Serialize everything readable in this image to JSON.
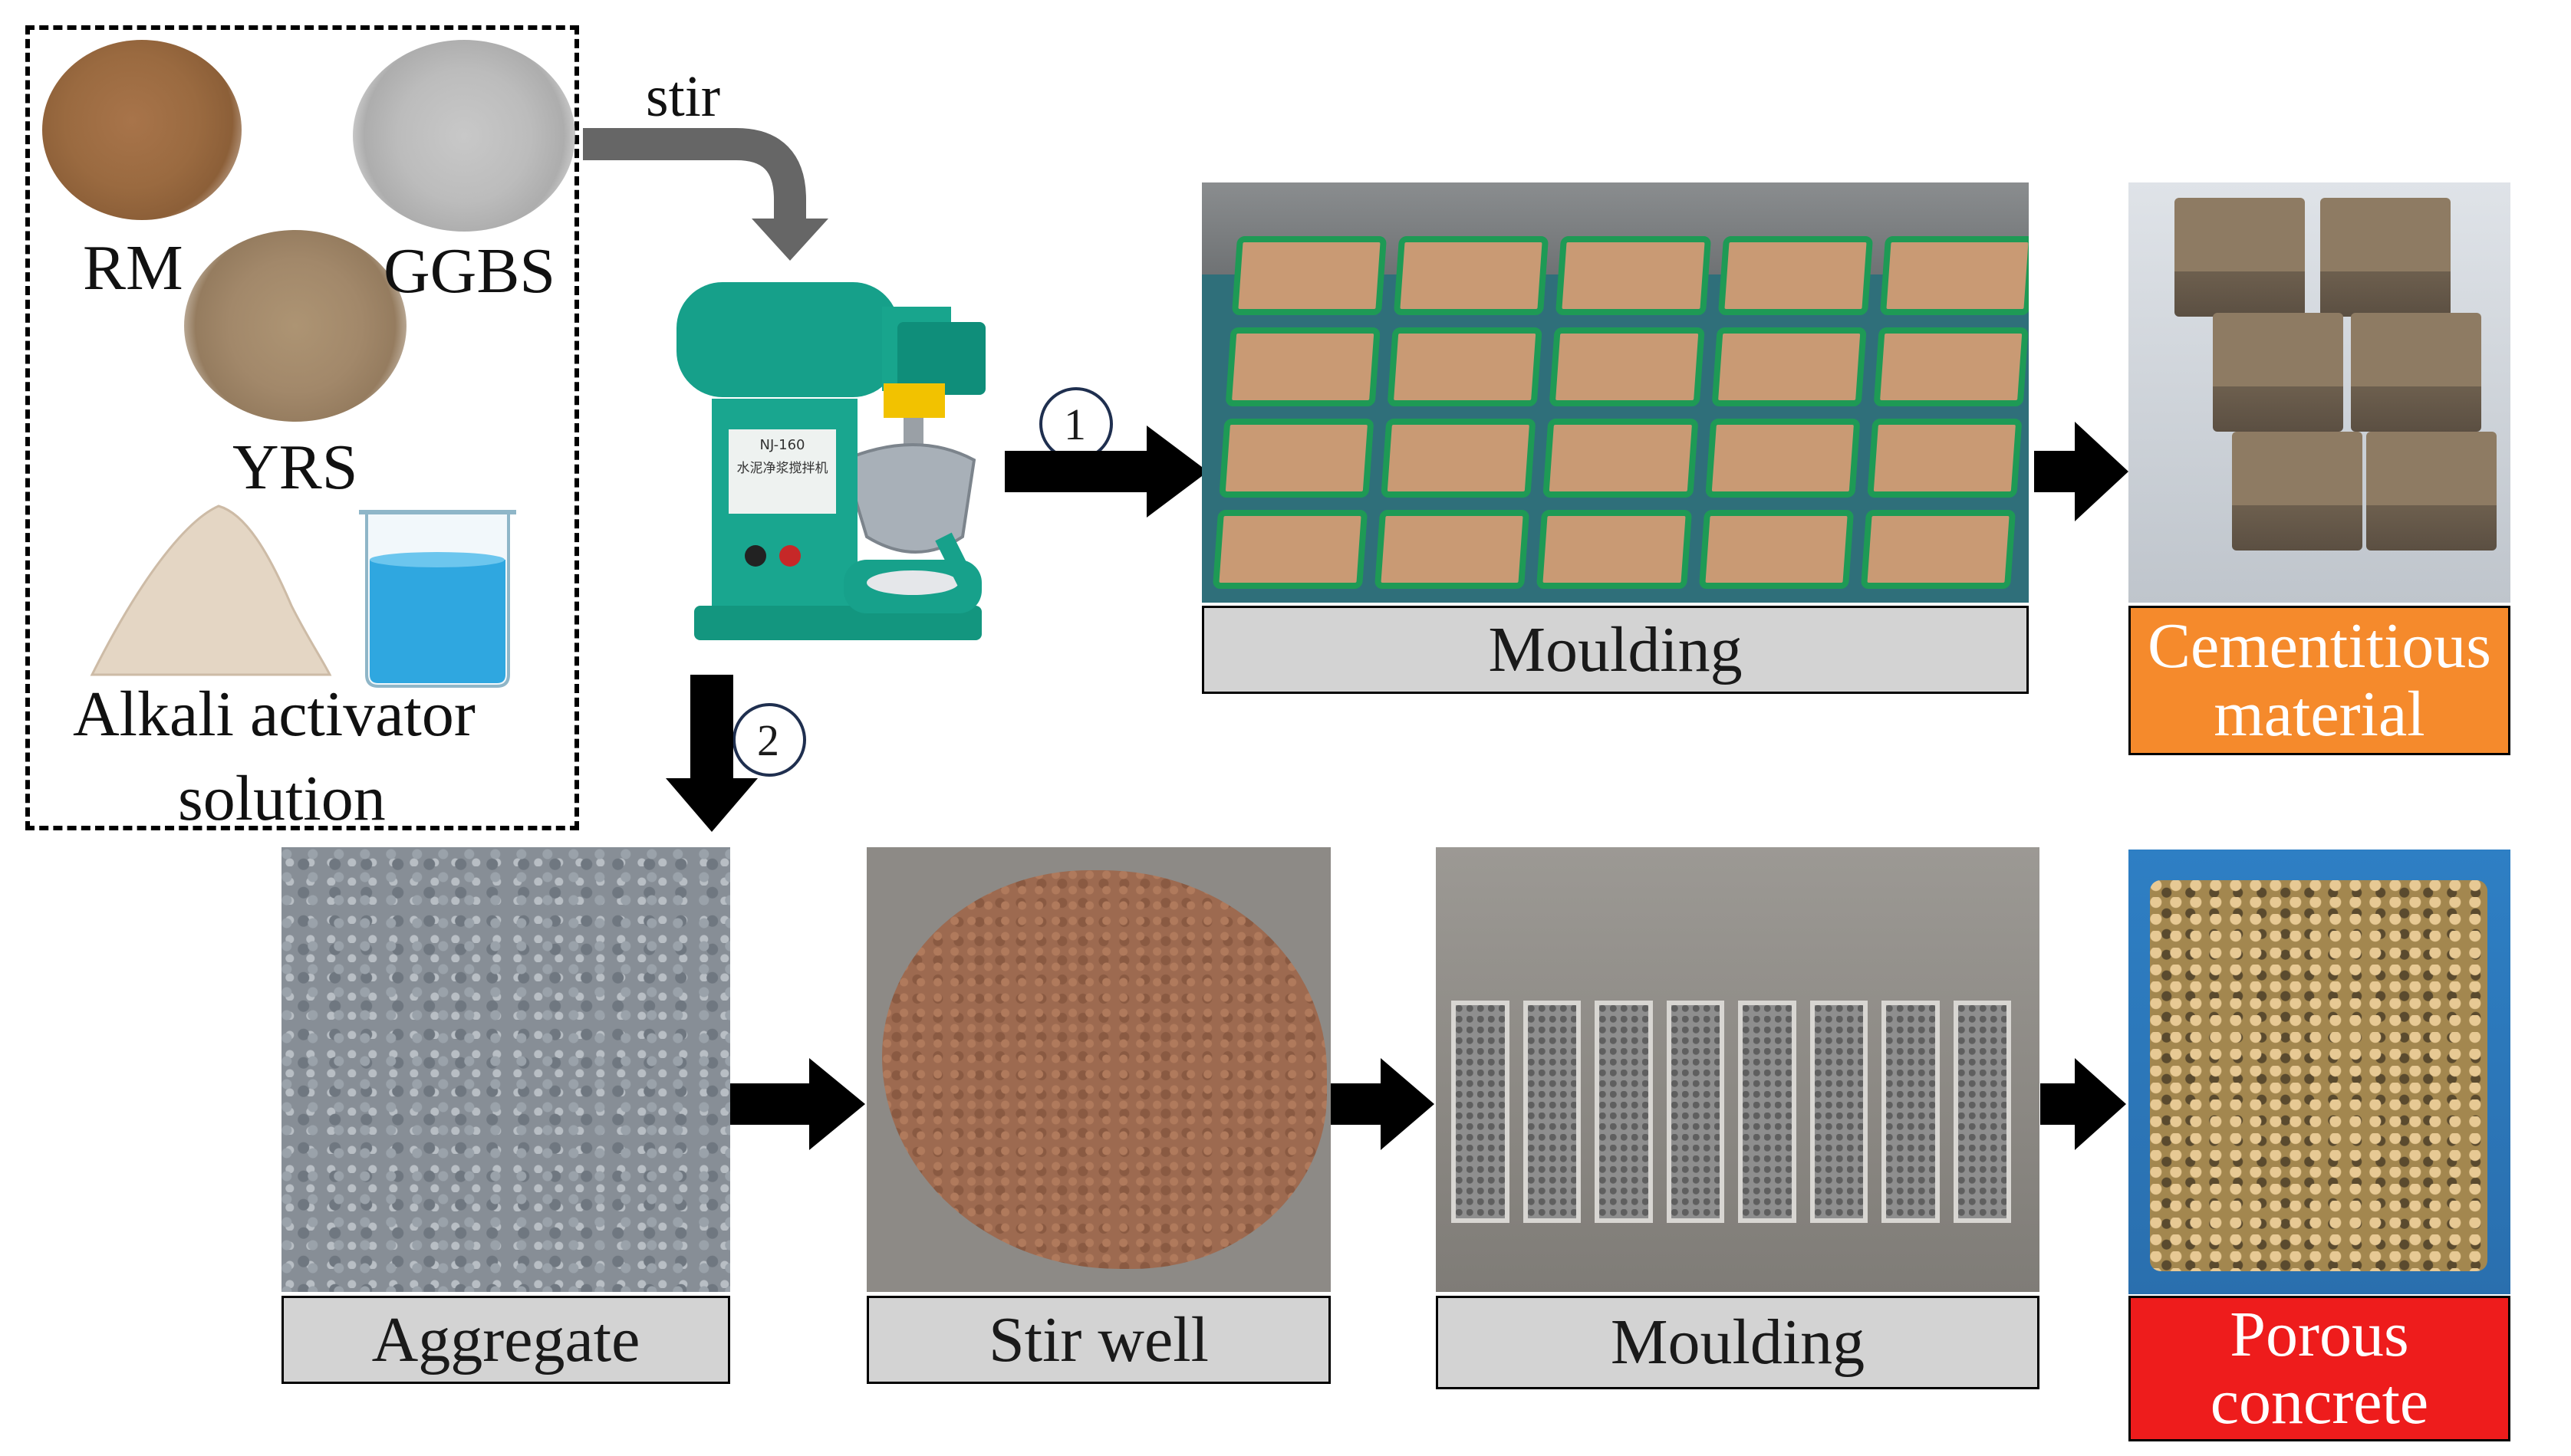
{
  "raw_materials": {
    "rm": "RM",
    "ggbs": "GGBS",
    "yrs": "YRS",
    "activator_line1": "Alkali activator",
    "activator_line2": "solution"
  },
  "stir_label": "stir",
  "steps": {
    "one": "1",
    "two": "2"
  },
  "captions": {
    "moulding_top": "Moulding",
    "cementitious_line1": "Cementitious",
    "cementitious_line2": "material",
    "aggregate": "Aggregate",
    "stir_well": "Stir well",
    "moulding_bottom": "Moulding",
    "porous_line1": "Porous",
    "porous_line2": "concrete"
  },
  "mixer_plate_text": "NJ-160",
  "mixer_plate_sub": "水泥净浆搅拌机",
  "colors": {
    "cementitious_box": "#f58a2c",
    "porous_box": "#ee1c1c",
    "caption_gray": "#d3d3d3",
    "mixer_green": "#16a08a",
    "water_blue": "#2fa7e0",
    "curve_arrow": "#666666"
  }
}
